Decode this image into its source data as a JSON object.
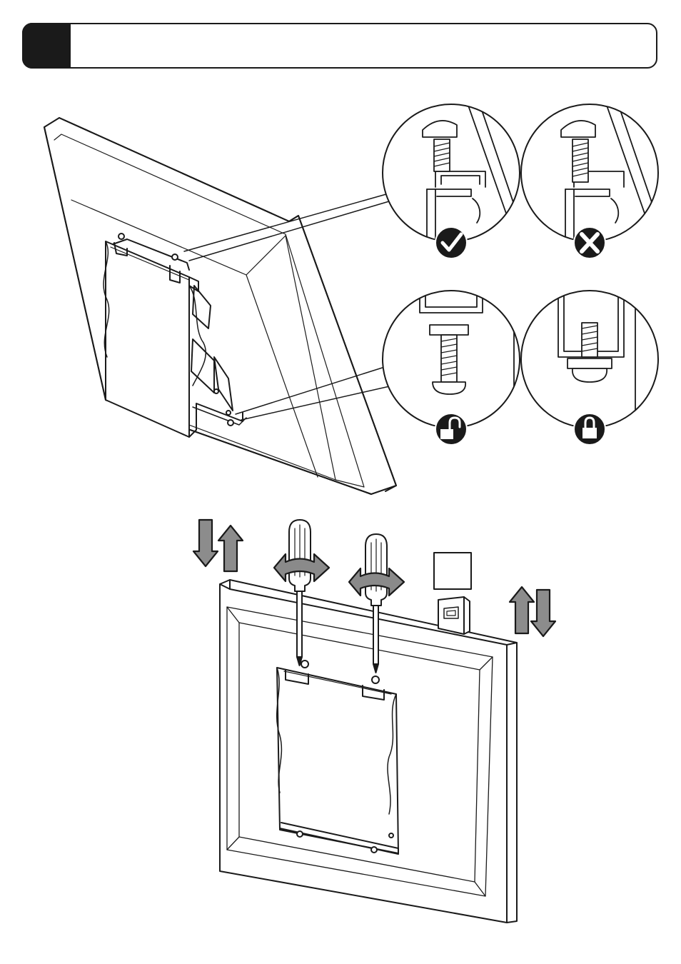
{
  "header": {
    "step_number": "",
    "title": ""
  },
  "colors": {
    "line": "#1a1a1a",
    "arrow_fill": "#8c8c8c",
    "rotate_arrow_fill": "#8a8a8a",
    "icon_badge": "#1a1a1a",
    "paper": "#ffffff"
  },
  "details": [
    {
      "id": "correct-engagement",
      "status_icon": "check-icon"
    },
    {
      "id": "incorrect-engagement",
      "status_icon": "cross-icon"
    },
    {
      "id": "screw-loosened",
      "status_icon": "unlocked-padlock-icon"
    },
    {
      "id": "screw-tightened",
      "status_icon": "locked-padlock-icon"
    }
  ],
  "tools": [
    {
      "name": "screwdriver"
    },
    {
      "name": "screwdriver"
    },
    {
      "name": "spirit-level"
    }
  ],
  "motions": [
    "adjust-up-down",
    "rotate-to-tighten",
    "rotate-to-tighten",
    "adjust-up-down"
  ]
}
